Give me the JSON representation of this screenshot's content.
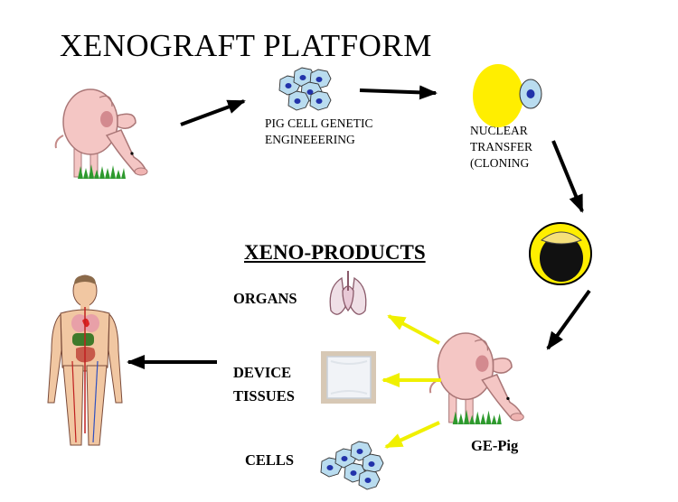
{
  "title": "XENOGRAFT  PLATFORM",
  "steps": {
    "genetic_engineering": [
      "PIG CELL GENETIC",
      "ENGINEEERING"
    ],
    "nuclear_transfer": [
      "NUCLEAR",
      "TRANSFER",
      "(CLONING"
    ]
  },
  "products": {
    "heading": "XENO-PRODUCTS",
    "organs": "ORGANS",
    "device_tissues": [
      "DEVICE",
      "TISSUES"
    ],
    "cells": "CELLS"
  },
  "ge_pig_label": "GE-Pig",
  "colors": {
    "black_arrow": "#000000",
    "yellow_arrow": "#f0f000",
    "pig_pink": "#f4c6c4",
    "grass": "#2e9a2e",
    "cell_body": "#b9dcef",
    "nucleus": "#2233aa",
    "oocyte": "#ffee00"
  }
}
